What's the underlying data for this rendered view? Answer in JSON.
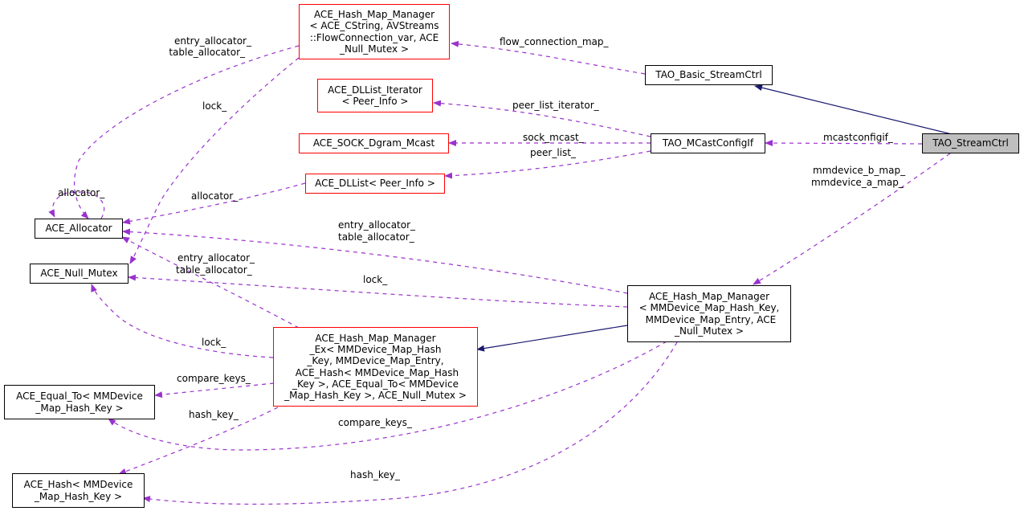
{
  "colors": {
    "usage_edge": "#9a32cd",
    "inherit_edge": "#191970",
    "truncated_border": "#ff0000",
    "current_fill": "#bfbfbf"
  },
  "nodes": {
    "stream_ctrl": "TAO_StreamCtrl",
    "basic_stream_ctrl": "TAO_Basic_StreamCtrl",
    "mcast_config": "TAO_MCastConfigIf",
    "hmm_flow": "ACE_Hash_Map_Manager\n< ACE_CString, AVStreams\n::FlowConnection_var, ACE\n_Null_Mutex >",
    "dllist_iterator": "ACE_DLList_Iterator\n< Peer_Info >",
    "sock_dgram_mcast": "ACE_SOCK_Dgram_Mcast",
    "dllist": "ACE_DLList< Peer_Info >",
    "allocator": "ACE_Allocator",
    "null_mutex": "ACE_Null_Mutex",
    "hmm_mmdevice": "ACE_Hash_Map_Manager\n< MMDevice_Map_Hash_Key,\n MMDevice_Map_Entry, ACE\n_Null_Mutex >",
    "hmm_ex": "ACE_Hash_Map_Manager\n_Ex< MMDevice_Map_Hash\n_Key, MMDevice_Map_Entry,\n ACE_Hash< MMDevice_Map_Hash\n_Key >, ACE_Equal_To< MMDevice\n_Map_Hash_Key >, ACE_Null_Mutex >",
    "equal_to": "ACE_Equal_To< MMDevice\n_Map_Hash_Key >",
    "ace_hash": "ACE_Hash< MMDevice\n_Map_Hash_Key >"
  },
  "edge_labels": {
    "flow_connection_map": "flow_connection_map_",
    "peer_list_iterator": "peer_list_iterator_",
    "sock_mcast": "sock_mcast_",
    "peer_list": "peer_list_",
    "mcastconfigif": "mcastconfigif_",
    "mmdevice_maps": [
      "mmdevice_b_map_",
      "mmdevice_a_map_"
    ],
    "allocator_self": "allocator_",
    "allocator_dllist": "allocator_",
    "flow_allocators": [
      "entry_allocator_",
      "table_allocator_"
    ],
    "flow_lock": "lock_",
    "mmdevice_allocators": [
      "entry_allocator_",
      "table_allocator_"
    ],
    "mmdevice_lock": "lock_",
    "ex_allocators": [
      "entry_allocator_",
      "table_allocator_"
    ],
    "ex_lock": "lock_",
    "ex_compare_keys": "compare_keys_",
    "ex_hash_key": "hash_key_",
    "mmdevice_compare_keys": "compare_keys_",
    "mmdevice_hash_key": "hash_key_"
  }
}
